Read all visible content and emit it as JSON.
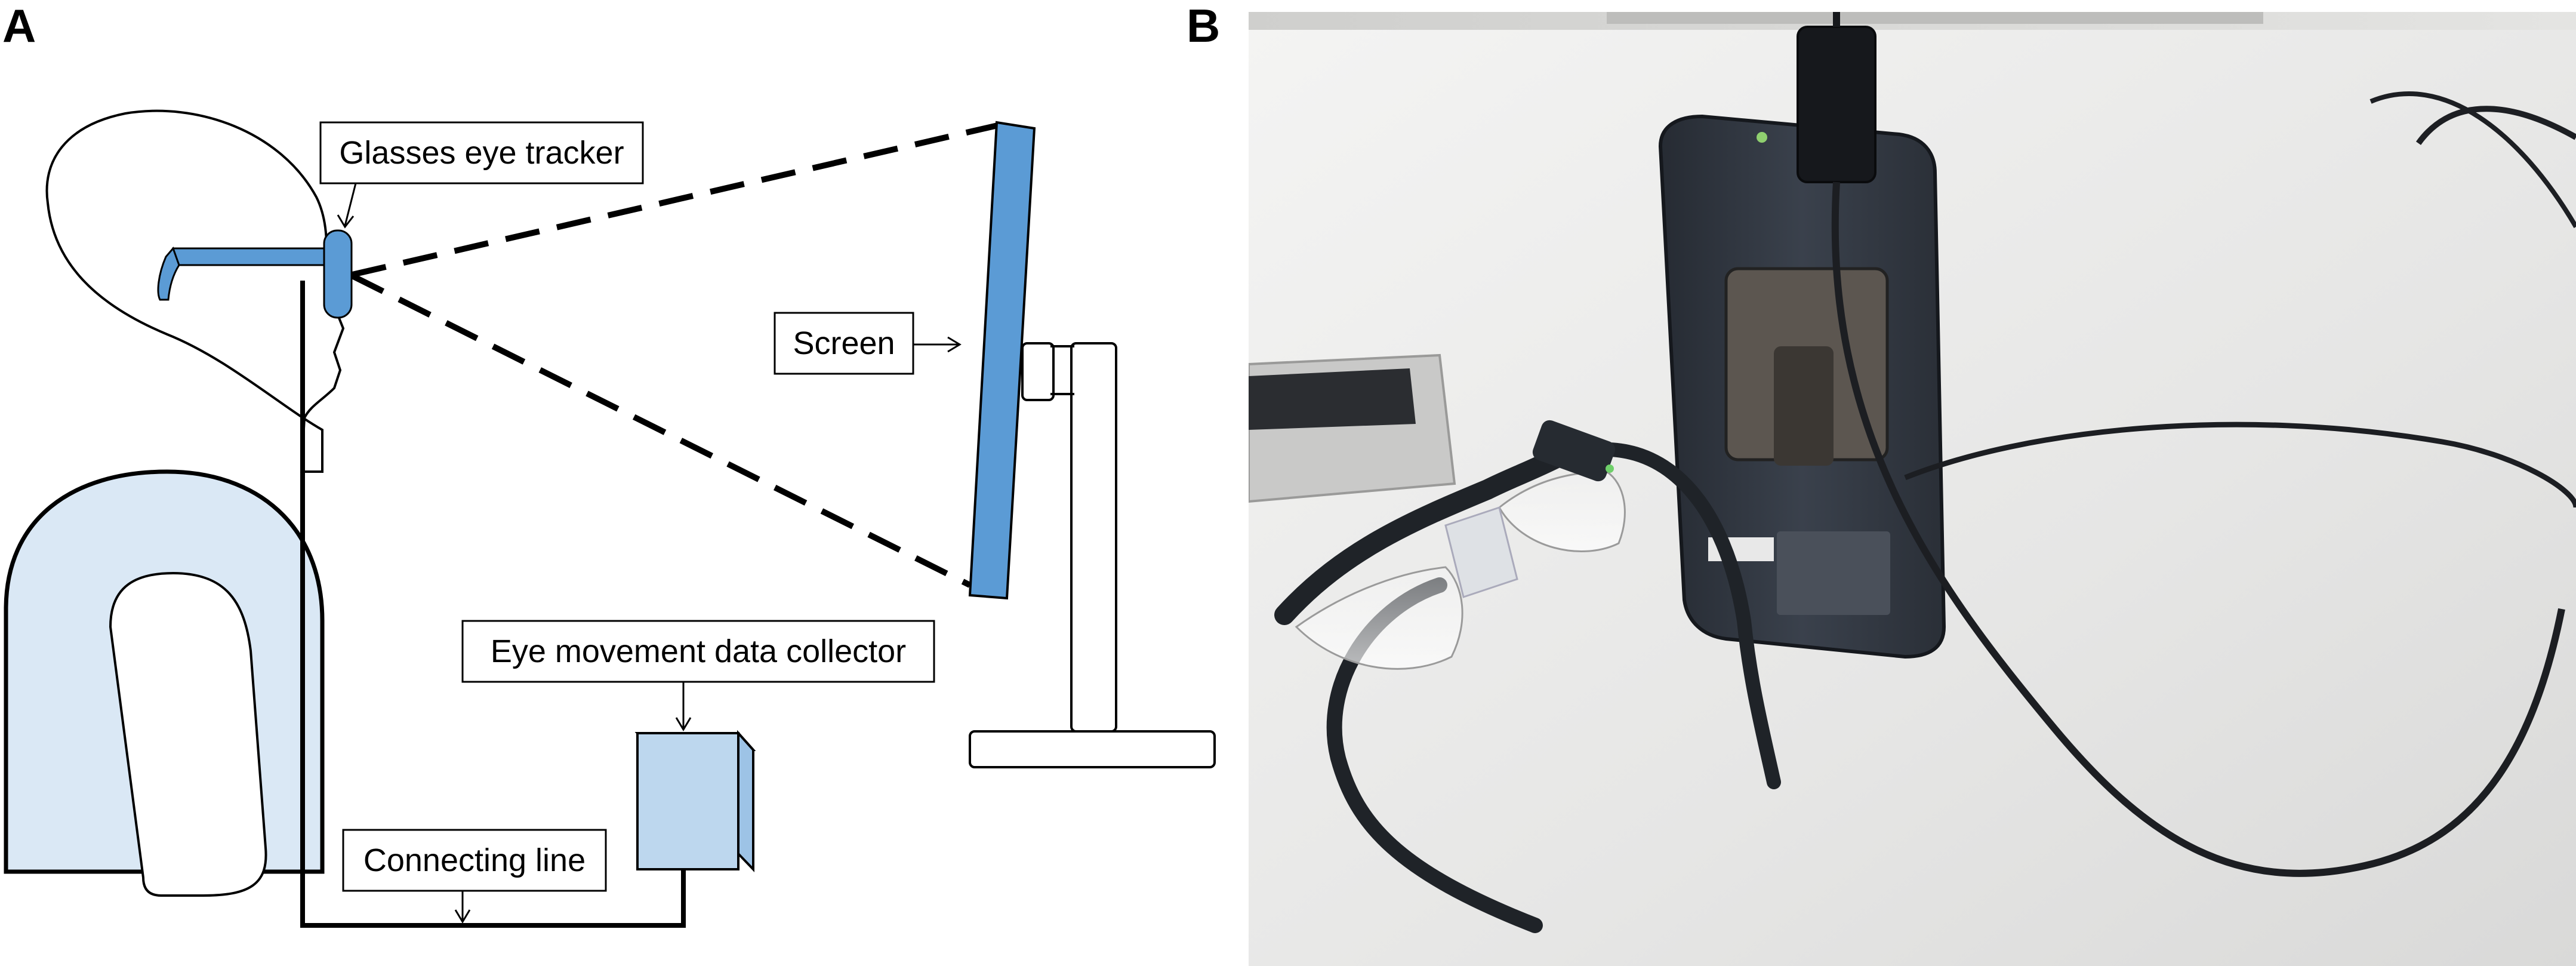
{
  "panels": {
    "a": {
      "letter": "A"
    },
    "b": {
      "letter": "B"
    }
  },
  "labels": {
    "glasses_eye_tracker": "Glasses eye tracker",
    "screen": "Screen",
    "eye_movement_data_collector": "Eye movement data collector",
    "connecting_line": "Connecting line"
  },
  "colors": {
    "tracker_blue": "#5b9bd5",
    "screen_blue": "#5b9bd5",
    "body_fill": "#dae8f5",
    "collector_fill": "#bdd7ee",
    "photo_table": "#e9e9e8",
    "device_dark": "#2f3540"
  }
}
